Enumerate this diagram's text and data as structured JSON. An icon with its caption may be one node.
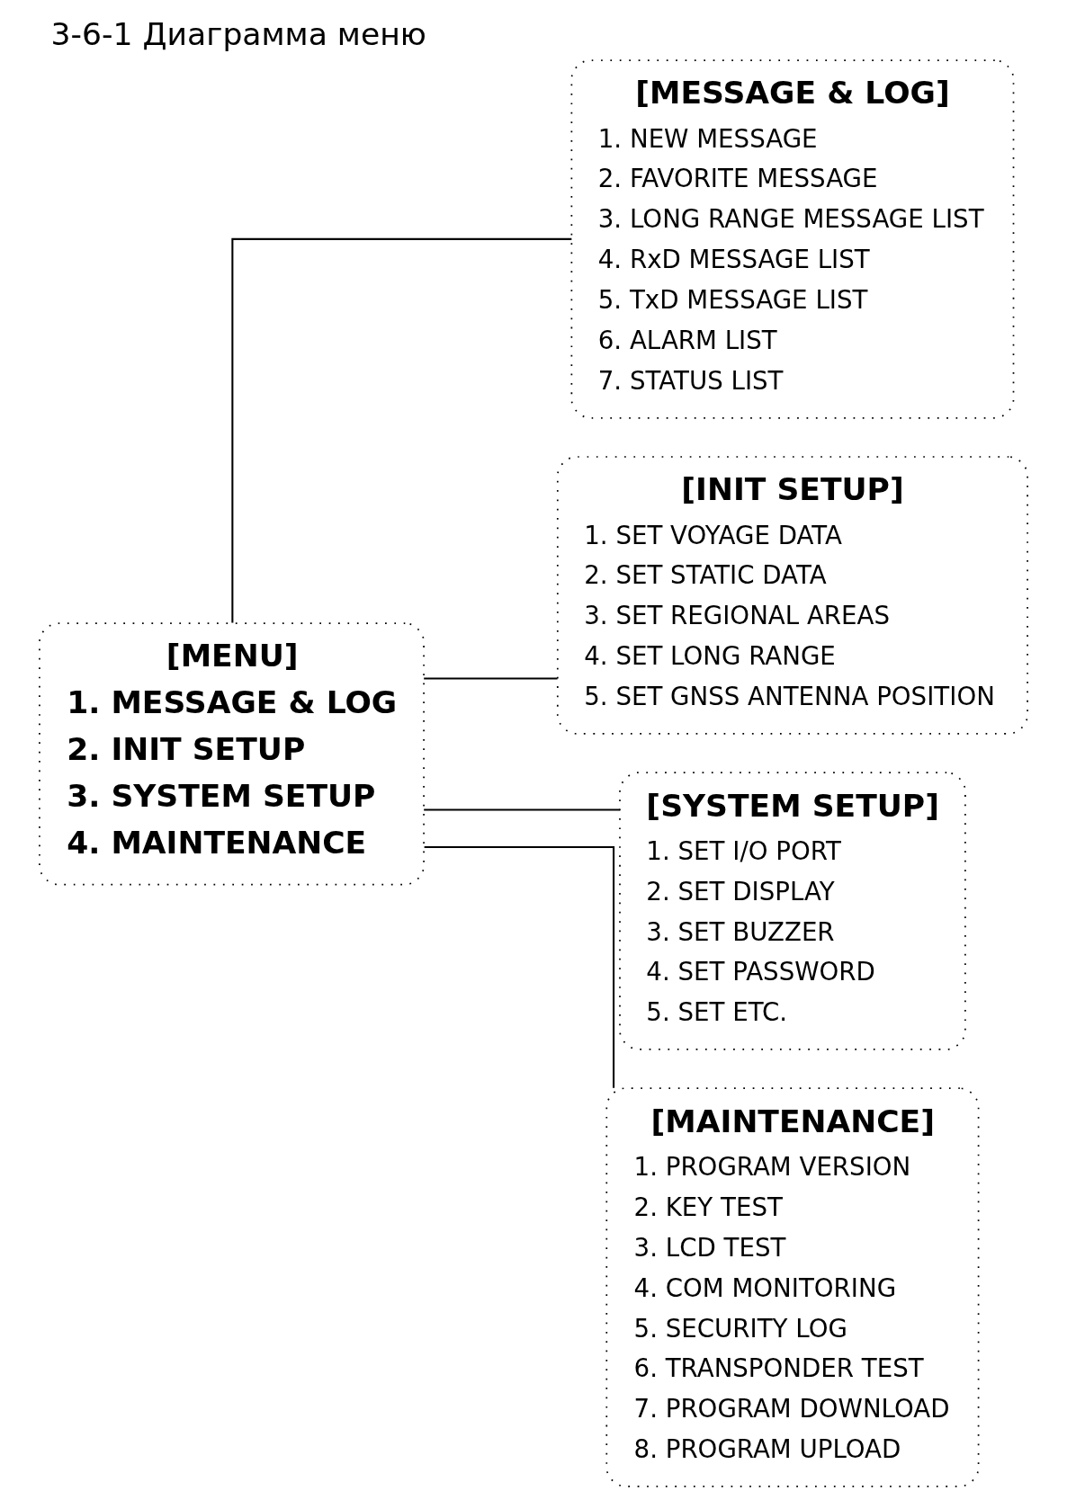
{
  "diagram": {
    "title": "3-6-1 Диаграмма меню",
    "nodes": [
      {
        "text": [
          "[MENU]",
          "1. MESSAGE & LOG",
          "2. INIT SETUP",
          "3. SYSTEM SETUP",
          "4. MAINTENANCE"
        ]
      },
      {
        "text": [
          "[MESSAGE & LOG]",
          "1. NEW MESSAGE",
          "2. FAVORITE MESSAGE",
          "3. LONG RANGE MESSAGE LIST",
          "4. RxD MESSAGE LIST",
          "5. TxD MESSAGE LIST",
          "6. ALARM LIST",
          "7. STATUS LIST"
        ]
      },
      {
        "text": [
          "[INIT SETUP]",
          "1. SET VOYAGE DATA",
          "2. SET STATIC DATA",
          "3. SET REGIONAL AREAS",
          "4. SET LONG RANGE",
          "5. SET GNSS ANTENNA POSITION"
        ]
      },
      {
        "text": [
          "[SYSTEM SETUP]",
          "1. SET I/O PORT",
          "2. SET DISPLAY",
          "3. SET BUZZER",
          "4. SET PASSWORD",
          "5. SET ETC."
        ]
      },
      {
        "text": [
          "[MAINTENANCE]",
          "1. PROGRAM VERSION",
          "2. KEY TEST",
          "3. LCD TEST",
          "4. COM MONITORING",
          "5. SECURITY LOG",
          "6. TRANSPONDER TEST",
          "7. PROGRAM DOWNLOAD",
          "8. PROGRAM UPLOAD"
        ]
      }
    ],
    "edges": [
      {
        "from": 0,
        "to": 1,
        "arrow": "none"
      },
      {
        "from": 0,
        "to": 2,
        "arrow": "none"
      },
      {
        "from": 0,
        "to": 3,
        "arrow": "none"
      },
      {
        "from": 0,
        "to": 4,
        "arrow": "none"
      }
    ]
  }
}
